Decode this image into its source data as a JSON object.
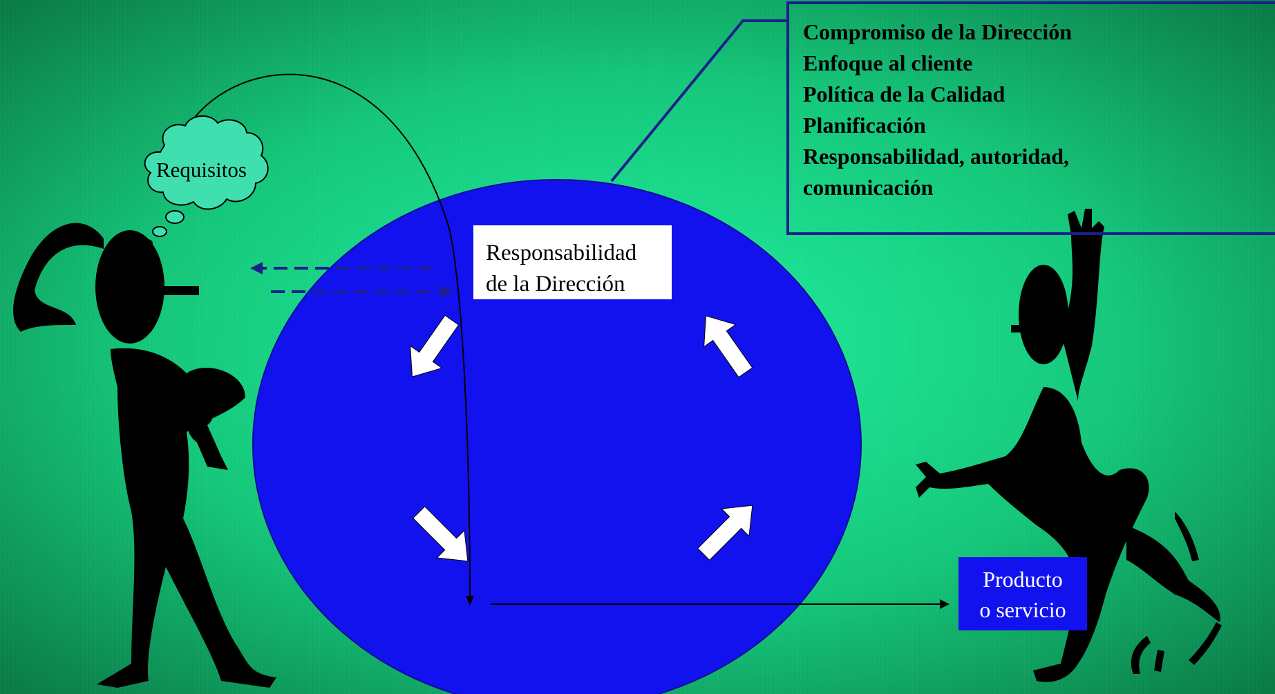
{
  "info_box": {
    "lines": [
      "Compromiso de la Dirección",
      "Enfoque al cliente",
      "Política de la Calidad",
      "Planificación",
      "Responsabilidad, autoridad,",
      "comunicación"
    ]
  },
  "center_label": {
    "line1": "Responsabilidad",
    "line2": "de la Dirección"
  },
  "requirements_cloud": {
    "label": "Requisitos"
  },
  "output_box": {
    "line1": "Producto",
    "line2": "o servicio"
  },
  "colors": {
    "background_center": "#1ae890",
    "background_edge": "#0b7c45",
    "ellipse": "#1212ee",
    "frame": "#1c1f8c",
    "cloud": "#3fdfb0",
    "figure": "#000000"
  }
}
